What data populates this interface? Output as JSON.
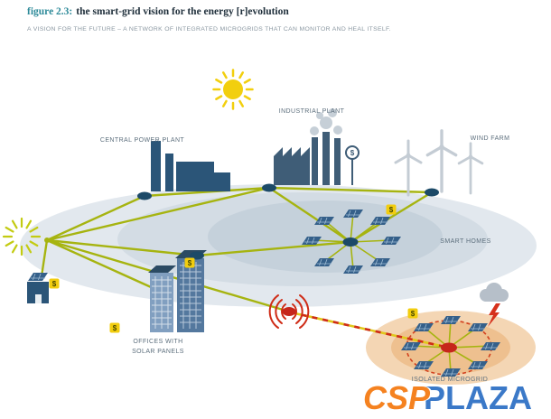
{
  "header": {
    "figure_label": "figure 2.3:",
    "title": "the smart-grid vision for the energy [r]evolution",
    "subtitle": "A VISION FOR THE FUTURE – A NETWORK OF INTEGRATED MICROGRIDS THAT CAN MONITOR AND HEAL ITSELF."
  },
  "labels": {
    "central_power_plant": "CENTRAL POWER PLANT",
    "industrial_plant": "INDUSTRIAL PLANT",
    "wind_farm": "WIND FARM",
    "smart_homes": "SMART HOMES",
    "offices_with_solar_panels": "OFFICES WITH\nSOLAR PANELS",
    "isolated_microgrid": "ISOLATED MICROGRID"
  },
  "icons": {
    "dollar_glyph": "$"
  },
  "watermark": {
    "csp": "CSP",
    "plaza": "PLAZA"
  },
  "colors": {
    "accent-olive": "#a6b410",
    "navy": "#2b5578",
    "steel": "#3f5d77",
    "node-navy": "#1c4a68",
    "alert-red": "#cf2c17",
    "badge-yellow": "#f2cd0e",
    "sun-yellow": "#f2cf0e",
    "ellipse-1": "#e2e8ee",
    "ellipse-2": "#d3dce4",
    "ellipse-3": "#c5d1db",
    "orange-1": "#f4d6b4",
    "orange-2": "#eec08f",
    "turbine-gray": "#c4ccd4",
    "smoke-gray": "#c6cfd7",
    "label-gray": "#5d6f7d",
    "title-teal": "#2d8a99",
    "title-dark": "#20303c",
    "logo-orange": "#f58220",
    "logo-blue": "#3b79c8"
  }
}
